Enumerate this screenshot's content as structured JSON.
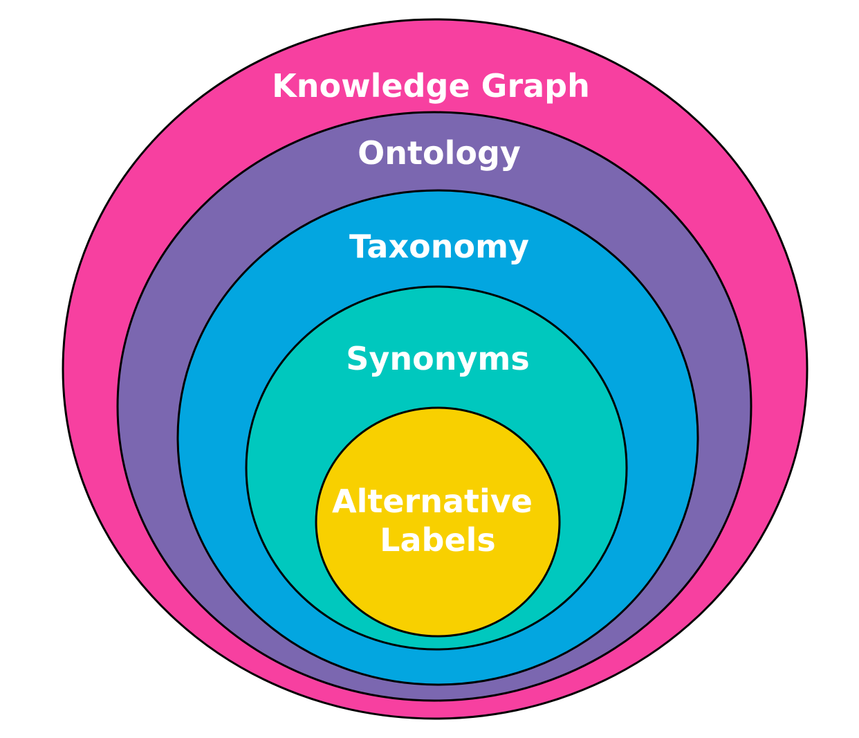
{
  "diagram": {
    "type": "nested-circles",
    "layers": [
      {
        "label": "Knowledge Graph",
        "color": "#F740A0"
      },
      {
        "label": "Ontology",
        "color": "#7B67B0"
      },
      {
        "label": "Taxonomy",
        "color": "#03A6E0"
      },
      {
        "label": "Synonyms",
        "color": "#00C8BE"
      },
      {
        "label": "Alternative",
        "label_line2": "Labels",
        "color": "#F8D000"
      }
    ]
  }
}
